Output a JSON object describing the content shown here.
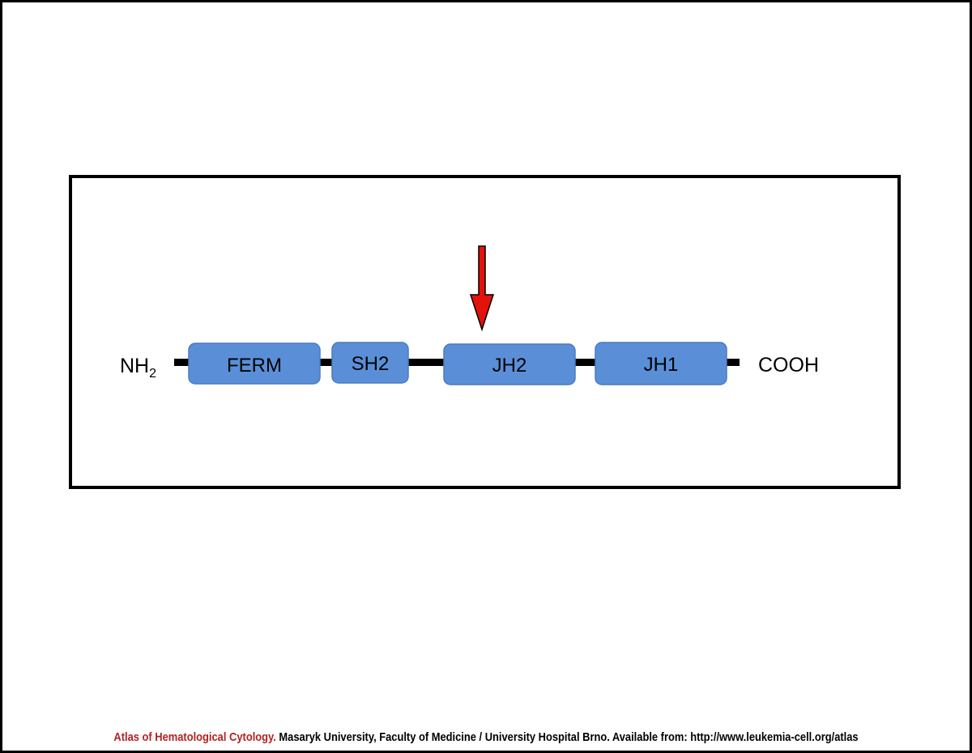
{
  "diagram": {
    "terminal_left": {
      "main": "NH",
      "sub": "2"
    },
    "terminal_right": "COOH",
    "domains": [
      {
        "label": "FERM"
      },
      {
        "label": "SH2"
      },
      {
        "label": "JH2"
      },
      {
        "label": "JH1"
      }
    ],
    "arrow_target": "JH2",
    "colors": {
      "domain_fill": "#5a8fd8",
      "domain_stroke": "#4a7cc0",
      "arrow_fill": "#e3120b",
      "line": "#000000"
    }
  },
  "footer": {
    "title": "Atlas of Hematological Cytology.",
    "text": " Masaryk University, Faculty of Medicine / University Hospital Brno. Available from: http://www.leukemia-cell.org/atlas"
  }
}
